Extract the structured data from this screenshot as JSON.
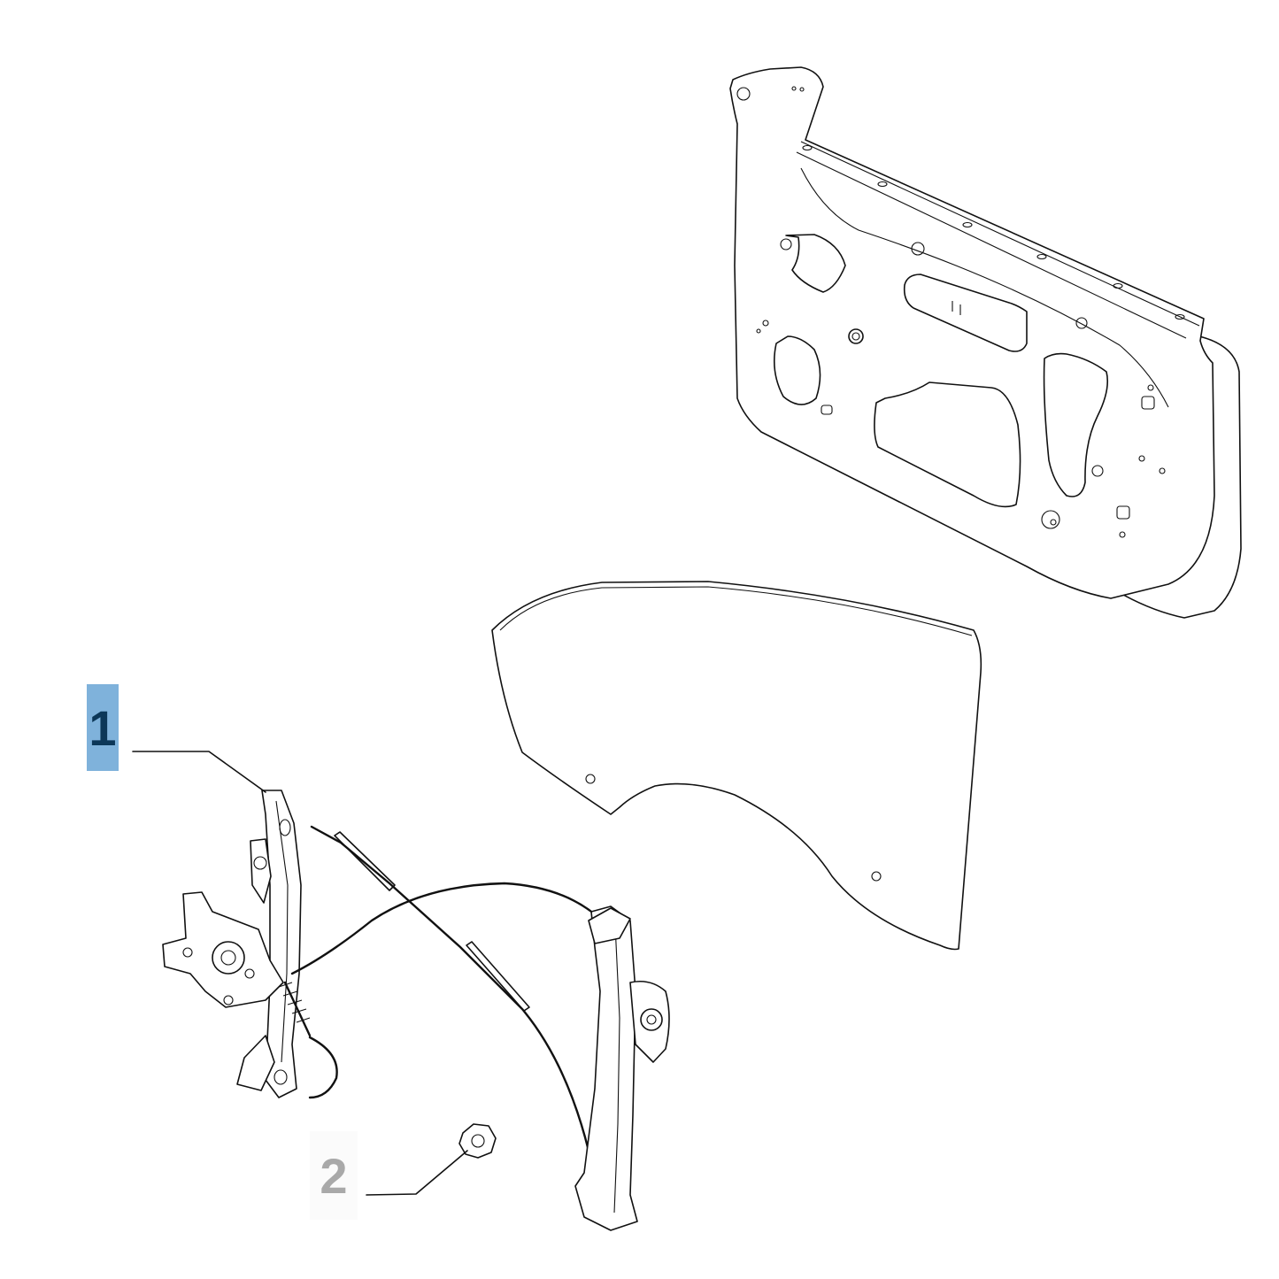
{
  "diagram": {
    "type": "exploded-parts-diagram",
    "subject": "door window regulator assembly",
    "parts": [
      {
        "id": "door-inner-panel",
        "label": ""
      },
      {
        "id": "window-glass",
        "label": ""
      },
      {
        "id": "window-regulator",
        "label": ""
      },
      {
        "id": "nut",
        "label": ""
      }
    ]
  },
  "callouts": [
    {
      "number": "1",
      "target": "window-regulator",
      "highlighted": true,
      "bg_color": "#7fb2db",
      "text_color": "#0c3758"
    },
    {
      "number": "2",
      "target": "nut",
      "highlighted": false,
      "bg_color": "#fbfbfb",
      "text_color": "#a9a9a9"
    }
  ]
}
